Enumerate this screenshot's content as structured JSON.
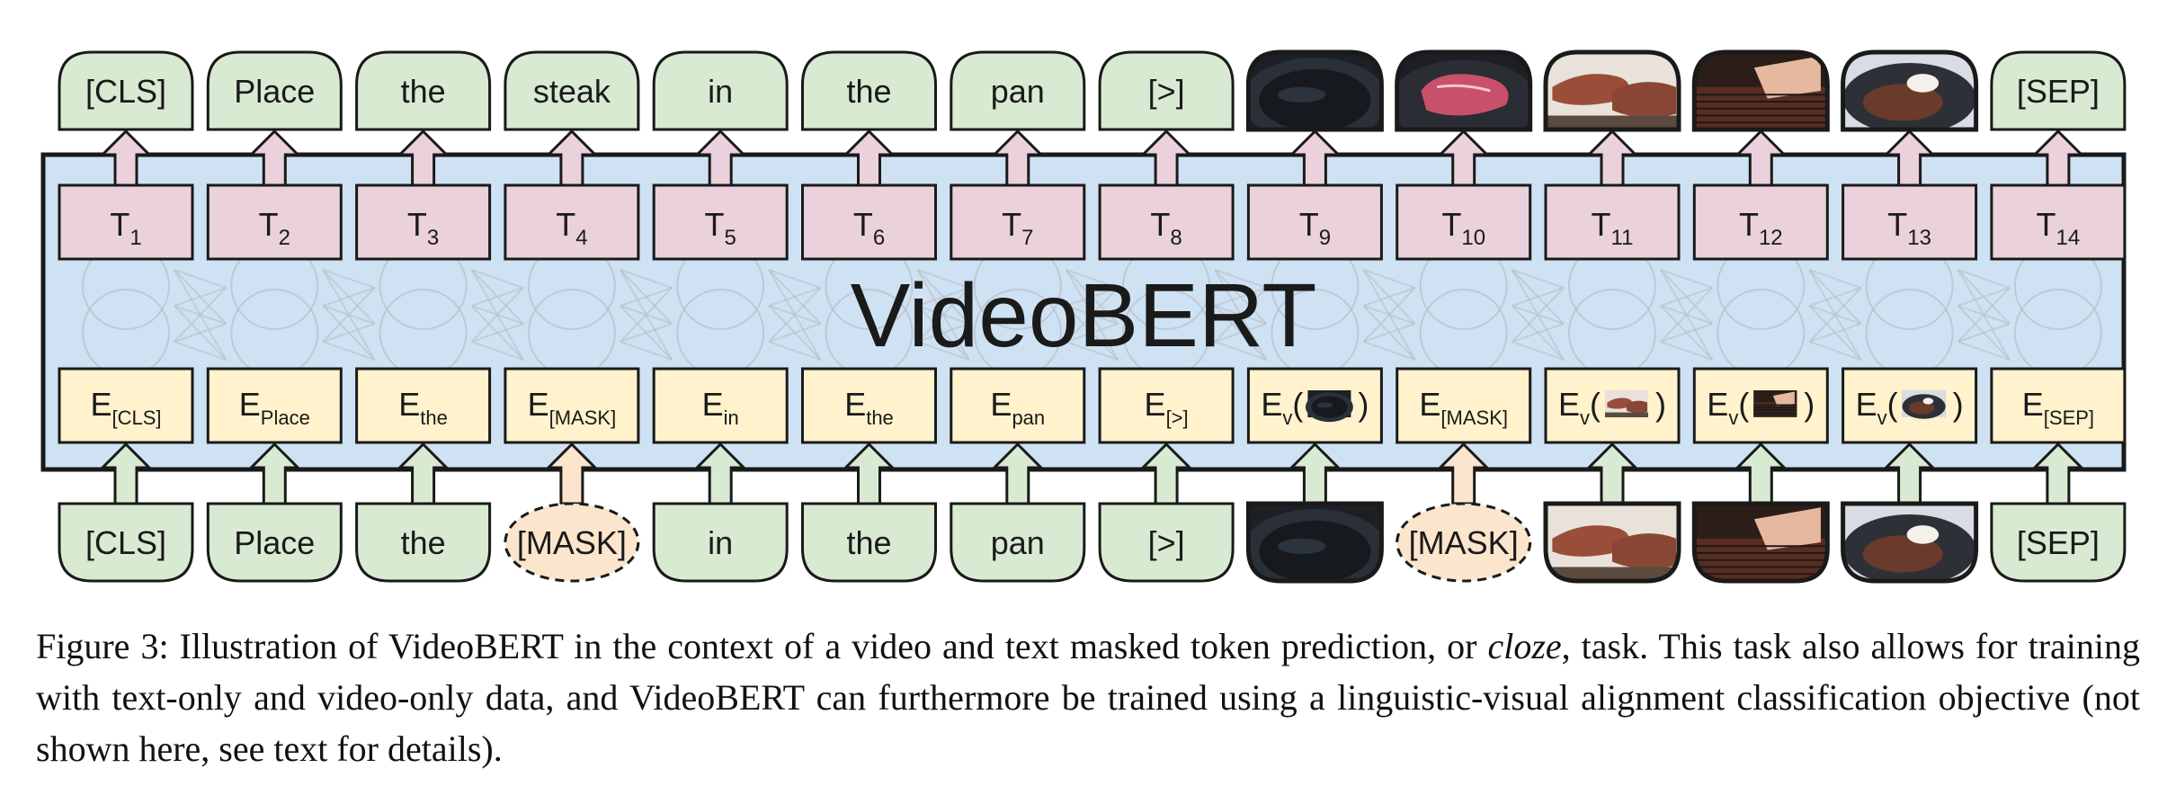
{
  "model_label": "VideoBERT",
  "inputs": [
    {
      "kind": "text",
      "text": "[CLS]"
    },
    {
      "kind": "text",
      "text": "Place"
    },
    {
      "kind": "text",
      "text": "the"
    },
    {
      "kind": "mask",
      "text": "[MASK]"
    },
    {
      "kind": "text",
      "text": "in"
    },
    {
      "kind": "text",
      "text": "the"
    },
    {
      "kind": "text",
      "text": "pan"
    },
    {
      "kind": "text",
      "text": "[>]"
    },
    {
      "kind": "image",
      "image": "empty-pan-frame"
    },
    {
      "kind": "mask",
      "text": "[MASK]"
    },
    {
      "kind": "image",
      "image": "steaks-in-pan-frame"
    },
    {
      "kind": "image",
      "image": "tongs-flipping-frame"
    },
    {
      "kind": "image",
      "image": "basting-steak-frame"
    },
    {
      "kind": "text",
      "text": "[SEP]"
    }
  ],
  "outputs": [
    {
      "kind": "text",
      "text": "[CLS]"
    },
    {
      "kind": "text",
      "text": "Place"
    },
    {
      "kind": "text",
      "text": "the"
    },
    {
      "kind": "text",
      "text": "steak"
    },
    {
      "kind": "text",
      "text": "in"
    },
    {
      "kind": "text",
      "text": "the"
    },
    {
      "kind": "text",
      "text": "pan"
    },
    {
      "kind": "text",
      "text": "[>]"
    },
    {
      "kind": "image",
      "image": "empty-pan-frame"
    },
    {
      "kind": "image",
      "image": "raw-steak-frame"
    },
    {
      "kind": "image",
      "image": "steaks-in-pan-frame"
    },
    {
      "kind": "image",
      "image": "tongs-flipping-frame"
    },
    {
      "kind": "image",
      "image": "basting-steak-frame"
    },
    {
      "kind": "text",
      "text": "[SEP]"
    }
  ],
  "output_vectors": [
    {
      "base": "T",
      "sub": "1"
    },
    {
      "base": "T",
      "sub": "2"
    },
    {
      "base": "T",
      "sub": "3"
    },
    {
      "base": "T",
      "sub": "4"
    },
    {
      "base": "T",
      "sub": "5"
    },
    {
      "base": "T",
      "sub": "6"
    },
    {
      "base": "T",
      "sub": "7"
    },
    {
      "base": "T",
      "sub": "8"
    },
    {
      "base": "T",
      "sub": "9"
    },
    {
      "base": "T",
      "sub": "10"
    },
    {
      "base": "T",
      "sub": "11"
    },
    {
      "base": "T",
      "sub": "12"
    },
    {
      "base": "T",
      "sub": "13"
    },
    {
      "base": "T",
      "sub": "14"
    }
  ],
  "embeddings": [
    {
      "base": "E",
      "sub": "[CLS]"
    },
    {
      "base": "E",
      "sub": "Place"
    },
    {
      "base": "E",
      "sub": "the"
    },
    {
      "base": "E",
      "sub": "[MASK]"
    },
    {
      "base": "E",
      "sub": "in"
    },
    {
      "base": "E",
      "sub": "the"
    },
    {
      "base": "E",
      "sub": "pan"
    },
    {
      "base": "E",
      "sub": "[>]"
    },
    {
      "base": "E",
      "sub": "v",
      "image": "empty-pan-frame"
    },
    {
      "base": "E",
      "sub": "[MASK]"
    },
    {
      "base": "E",
      "sub": "v",
      "image": "steaks-in-pan-frame"
    },
    {
      "base": "E",
      "sub": "v",
      "image": "tongs-flipping-frame"
    },
    {
      "base": "E",
      "sub": "v",
      "image": "basting-steak-frame"
    },
    {
      "base": "E",
      "sub": "[SEP]"
    }
  ],
  "colors": {
    "token_green": "#d9ead3",
    "mask_peach": "#fce5cd",
    "t_pink": "#ead1dc",
    "e_yellow": "#fff2cc",
    "model_blue": "#cfe2f3",
    "outline": "#1a1a1a"
  },
  "caption": {
    "part1": "Figure 3: Illustration of VideoBERT in the context of a video and text masked token prediction, or ",
    "italic": "cloze",
    "part2": ", task. This task also allows for training with text-only and video-only data, and VideoBERT can furthermore be trained using a linguistic-visual alignment classification objective (not shown here, see text for details)."
  }
}
